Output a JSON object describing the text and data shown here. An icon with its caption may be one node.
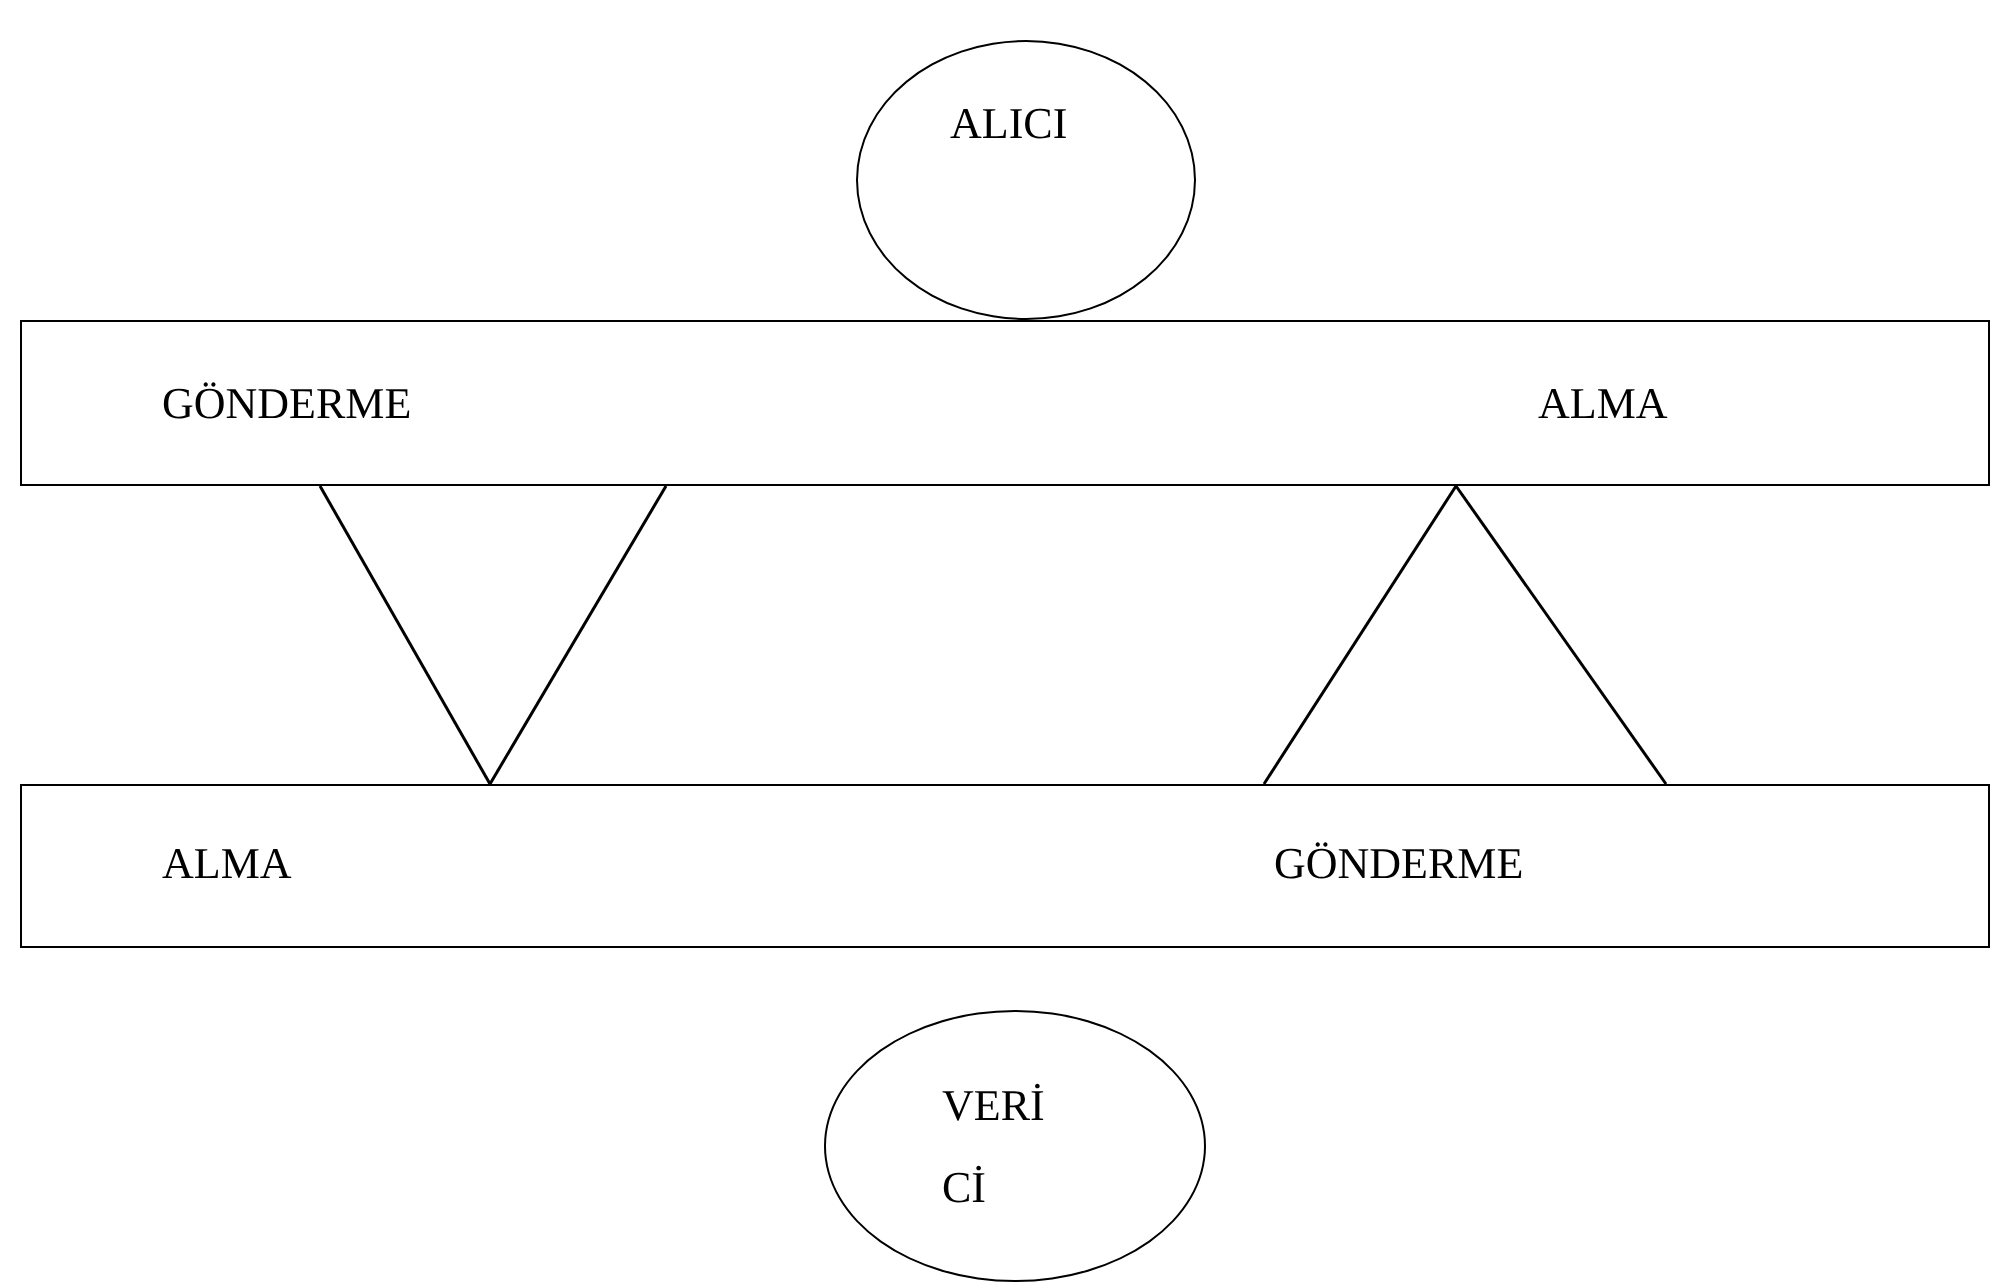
{
  "diagram": {
    "nodes": [
      {
        "text": [
          "ALICI"
        ]
      },
      {
        "text": [
          "GÖNDERME",
          "ALMA"
        ]
      },
      {
        "text": [
          "ALMA",
          "GÖNDERME"
        ]
      },
      {
        "text": [
          "VERİ Cİ"
        ]
      }
    ],
    "edges": [
      {
        "from": 1,
        "to": 2,
        "arrow": "none"
      },
      {
        "from": 1,
        "to": 2,
        "arrow": "none"
      },
      {
        "from": 1,
        "to": 2,
        "arrow": "none"
      },
      {
        "from": 1,
        "to": 2,
        "arrow": "none"
      }
    ]
  }
}
